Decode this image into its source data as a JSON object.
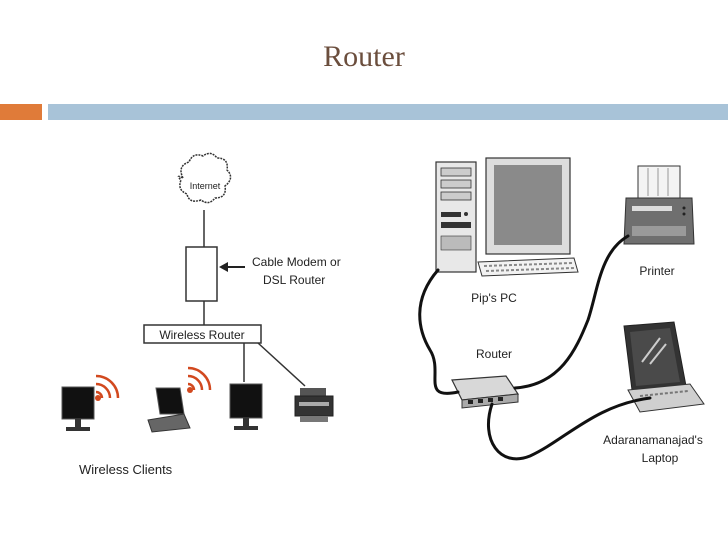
{
  "title": "Router",
  "left_diagram": {
    "internet_label": "Internet",
    "modem_label_line1": "Cable Modem or",
    "modem_label_line2": "DSL Router",
    "router_label": "Wireless Router",
    "clients_label": "Wireless Clients"
  },
  "right_diagram": {
    "pc_label": "Pip's PC",
    "printer_label": "Printer",
    "router_label": "Router",
    "laptop_label_line1": "Adaranamanajad's",
    "laptop_label_line2": "Laptop"
  },
  "colors": {
    "title": "#6b4e3d",
    "accent_orange": "#e07b39",
    "accent_blue": "#a8c3d8",
    "wireless_red": "#d2491f"
  }
}
